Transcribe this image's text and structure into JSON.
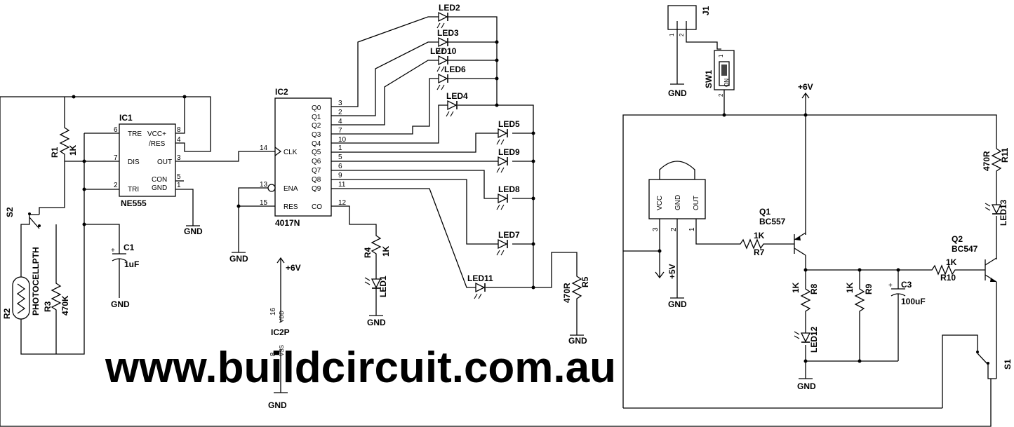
{
  "watermark": "www.buildcircuit.com.au",
  "ic1": {
    "name": "IC1",
    "part": "NE555",
    "pins": [
      {
        "name": "TRE",
        "num": "6"
      },
      {
        "name": "DIS",
        "num": "7"
      },
      {
        "name": "TRI",
        "num": "2"
      },
      {
        "name": "VCC+",
        "num": "8"
      },
      {
        "name": "/RES",
        "num": "4"
      },
      {
        "name": "OUT",
        "num": "3"
      },
      {
        "name": "CON",
        "num": "5"
      },
      {
        "name": "GND",
        "num": "1"
      }
    ]
  },
  "ic2": {
    "name": "IC2",
    "part": "4017N",
    "outputs": [
      {
        "name": "Q0",
        "num": "3"
      },
      {
        "name": "Q1",
        "num": "2"
      },
      {
        "name": "Q2",
        "num": "4"
      },
      {
        "name": "Q3",
        "num": "7"
      },
      {
        "name": "Q4",
        "num": "10"
      },
      {
        "name": "Q5",
        "num": "1"
      },
      {
        "name": "Q6",
        "num": "5"
      },
      {
        "name": "Q7",
        "num": "6"
      },
      {
        "name": "Q8",
        "num": "9"
      },
      {
        "name": "Q9",
        "num": "11"
      }
    ],
    "clk": {
      "name": "CLK",
      "num": "14"
    },
    "ena": {
      "name": "ENA",
      "num": "13"
    },
    "res": {
      "name": "RES",
      "num": "15"
    },
    "co": {
      "name": "CO",
      "num": "12"
    }
  },
  "ic2p": {
    "name": "IC2P",
    "vdd": "VDD",
    "vdd_num": "16",
    "vss": "VSS",
    "vss_num": "8"
  },
  "rails": {
    "v6": "+6V",
    "v5": "+5V",
    "gnd": "GND"
  },
  "components": {
    "r1": {
      "name": "R1",
      "value": "1K"
    },
    "r2": {
      "name": "R2",
      "value": "PHOTOCELLPTH"
    },
    "r3": {
      "name": "R3",
      "value": "470K"
    },
    "r4": {
      "name": "R4",
      "value": "1K"
    },
    "r5": {
      "name": "R5",
      "value": "470R"
    },
    "r7": {
      "name": "R7",
      "value": "1K"
    },
    "r8": {
      "name": "R8",
      "value": "1K"
    },
    "r9": {
      "name": "R9",
      "value": "1K"
    },
    "r10": {
      "name": "R10",
      "value": "1K"
    },
    "r11": {
      "name": "R11",
      "value": "470R"
    },
    "c1": {
      "name": "C1",
      "value": "1uF"
    },
    "c3": {
      "name": "C3",
      "value": "100uF"
    },
    "q1": {
      "name": "Q1",
      "value": "BC557"
    },
    "q2": {
      "name": "Q2",
      "value": "BC547"
    },
    "s1": "S1",
    "s2": "S2",
    "sw1": {
      "name": "SW1",
      "on": "ON",
      "pin1": "1",
      "pin2": "2"
    },
    "j1": {
      "name": "J1",
      "pin1": "1",
      "pin2": "2"
    },
    "ir": {
      "vcc": "VCC",
      "gnd": "GND",
      "out": "OUT",
      "p3": "3",
      "p2": "2",
      "p1": "1"
    }
  },
  "leds": [
    "LED1",
    "LED2",
    "LED3",
    "LED10",
    "LED6",
    "LED4",
    "LED5",
    "LED9",
    "LED8",
    "LED7",
    "LED11",
    "LED12",
    "LED13"
  ]
}
